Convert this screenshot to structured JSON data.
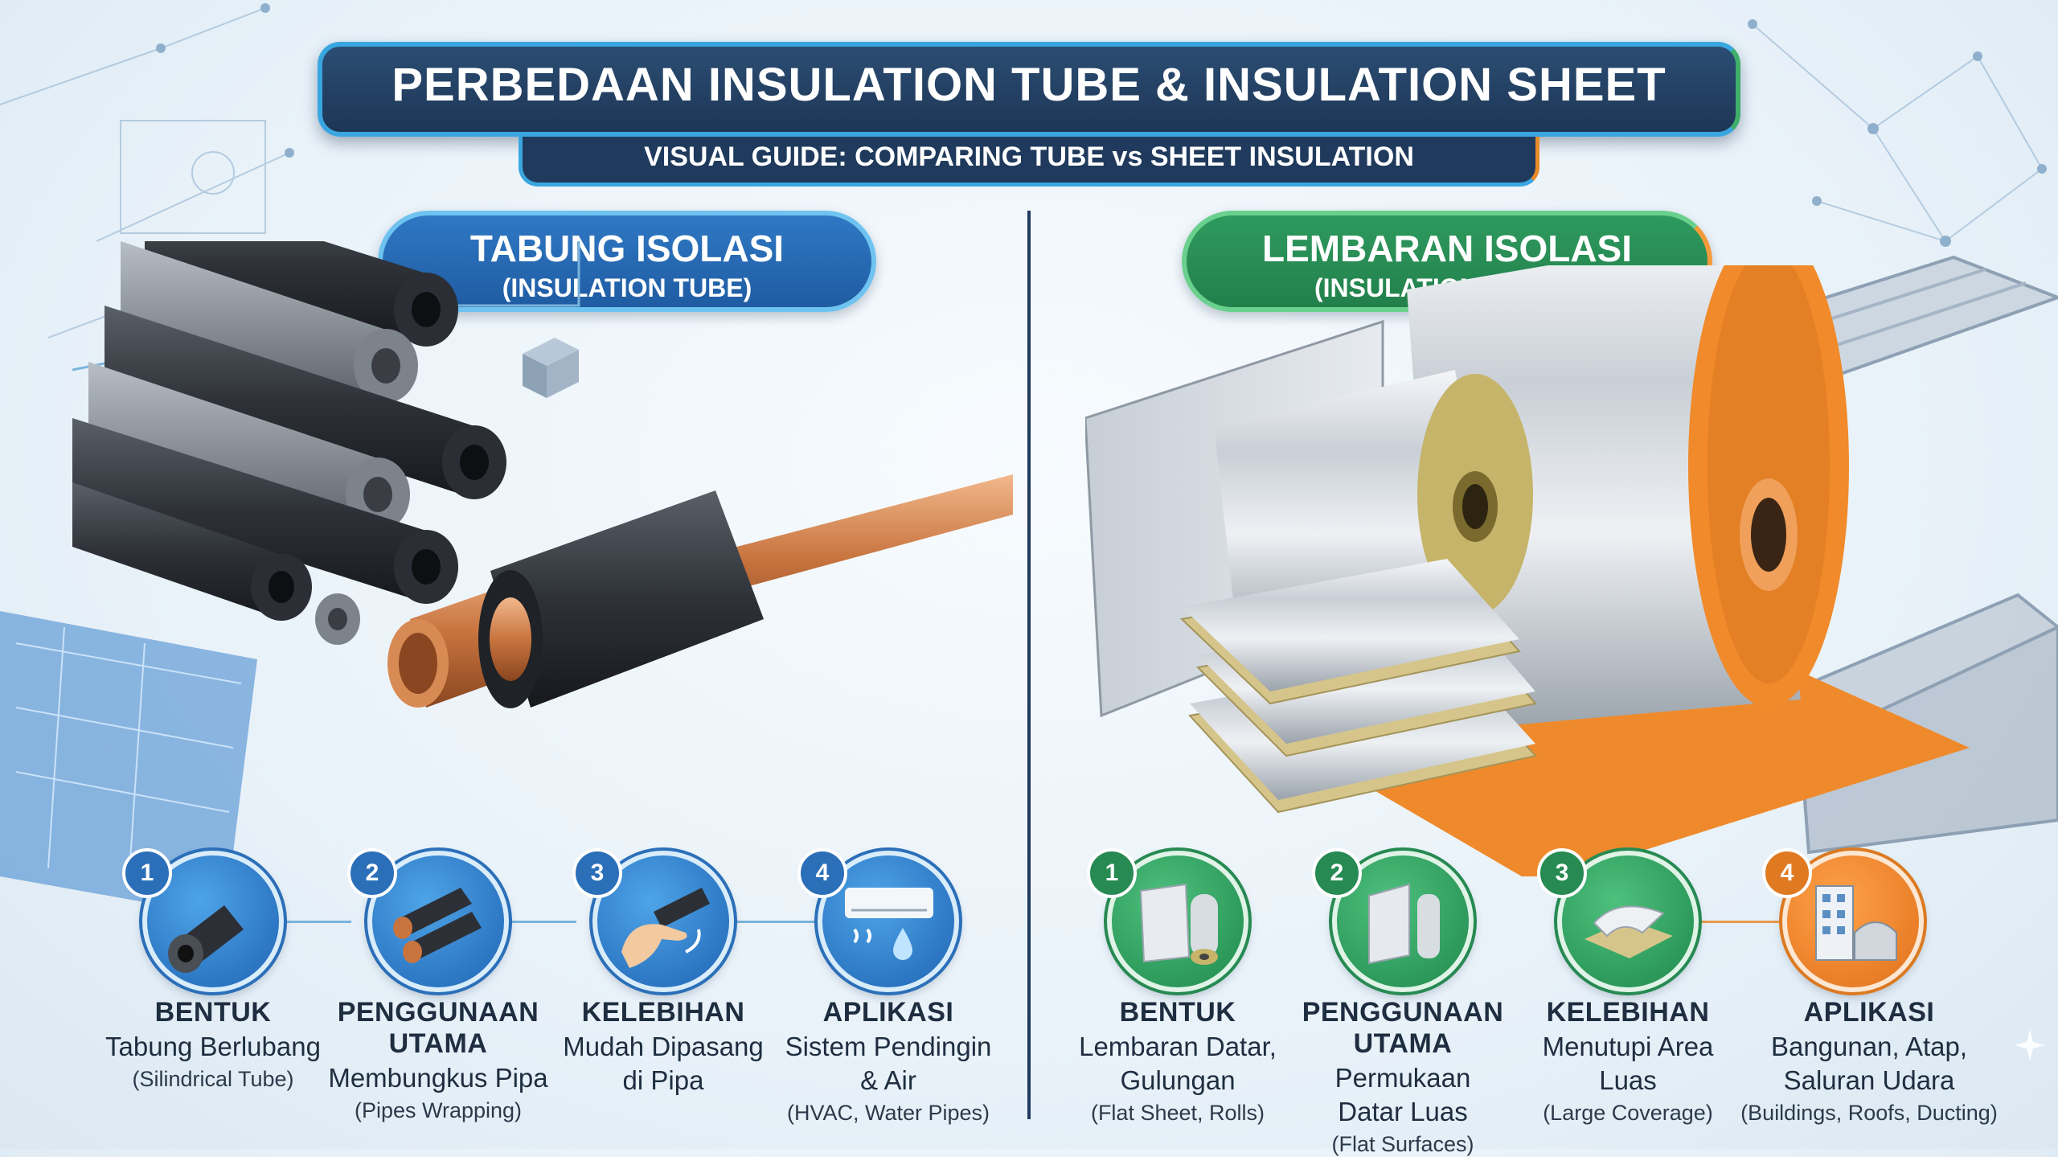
{
  "title": "PERBEDAAN INSULATION TUBE & INSULATION SHEET",
  "subtitle": "VISUAL GUIDE: COMPARING TUBE vs SHEET INSULATION",
  "tube": {
    "heading": "TABUNG ISOLASI",
    "heading_en": "(INSULATION TUBE)",
    "features": [
      {
        "number": "1",
        "title": "BENTUK",
        "desc": [
          "Tabung Berlubang"
        ],
        "en": "(Silindrical Tube)",
        "icon": "tube-icon"
      },
      {
        "number": "2",
        "title": "PENGGUNAAN UTAMA",
        "desc": [
          "Membungkus Pipa"
        ],
        "en": "(Pipes Wrapping)",
        "icon": "pipes-icon"
      },
      {
        "number": "3",
        "title": "KELEBIHAN",
        "desc": [
          "Mudah Dipasang",
          "di Pipa"
        ],
        "en": "",
        "icon": "hand-install-icon"
      },
      {
        "number": "4",
        "title": "APLIKASI",
        "desc": [
          "Sistem Pendingin",
          "& Air"
        ],
        "en": "(HVAC, Water Pipes)",
        "icon": "air-conditioner-icon"
      }
    ]
  },
  "sheet": {
    "heading": "LEMBARAN ISOLASI",
    "heading_en": "(INSULATION SHEET)",
    "features": [
      {
        "number": "1",
        "title": "BENTUK",
        "desc": [
          "Lembaran Datar,",
          "Gulungan"
        ],
        "en": "(Flat Sheet, Rolls)",
        "icon": "sheet-roll-icon"
      },
      {
        "number": "2",
        "title": "PENGGUNAAN UTAMA",
        "desc": [
          "Permukaan",
          "Datar Luas"
        ],
        "en": "(Flat Surfaces)",
        "icon": "wall-panel-icon"
      },
      {
        "number": "3",
        "title": "KELEBIHAN",
        "desc": [
          "Menutupi Area",
          "Luas"
        ],
        "en": "(Large Coverage)",
        "icon": "coverage-icon"
      },
      {
        "number": "4",
        "title": "APLIKASI",
        "desc": [
          "Bangunan, Atap,",
          "Saluran Udara"
        ],
        "en": "(Buildings, Roofs, Ducting)",
        "icon": "building-duct-icon"
      }
    ]
  },
  "colors": {
    "navy": "#1f3a5c",
    "blue": "#2b6fb9",
    "green": "#268a52",
    "orange": "#e07a22",
    "copper": "#c8743f"
  }
}
